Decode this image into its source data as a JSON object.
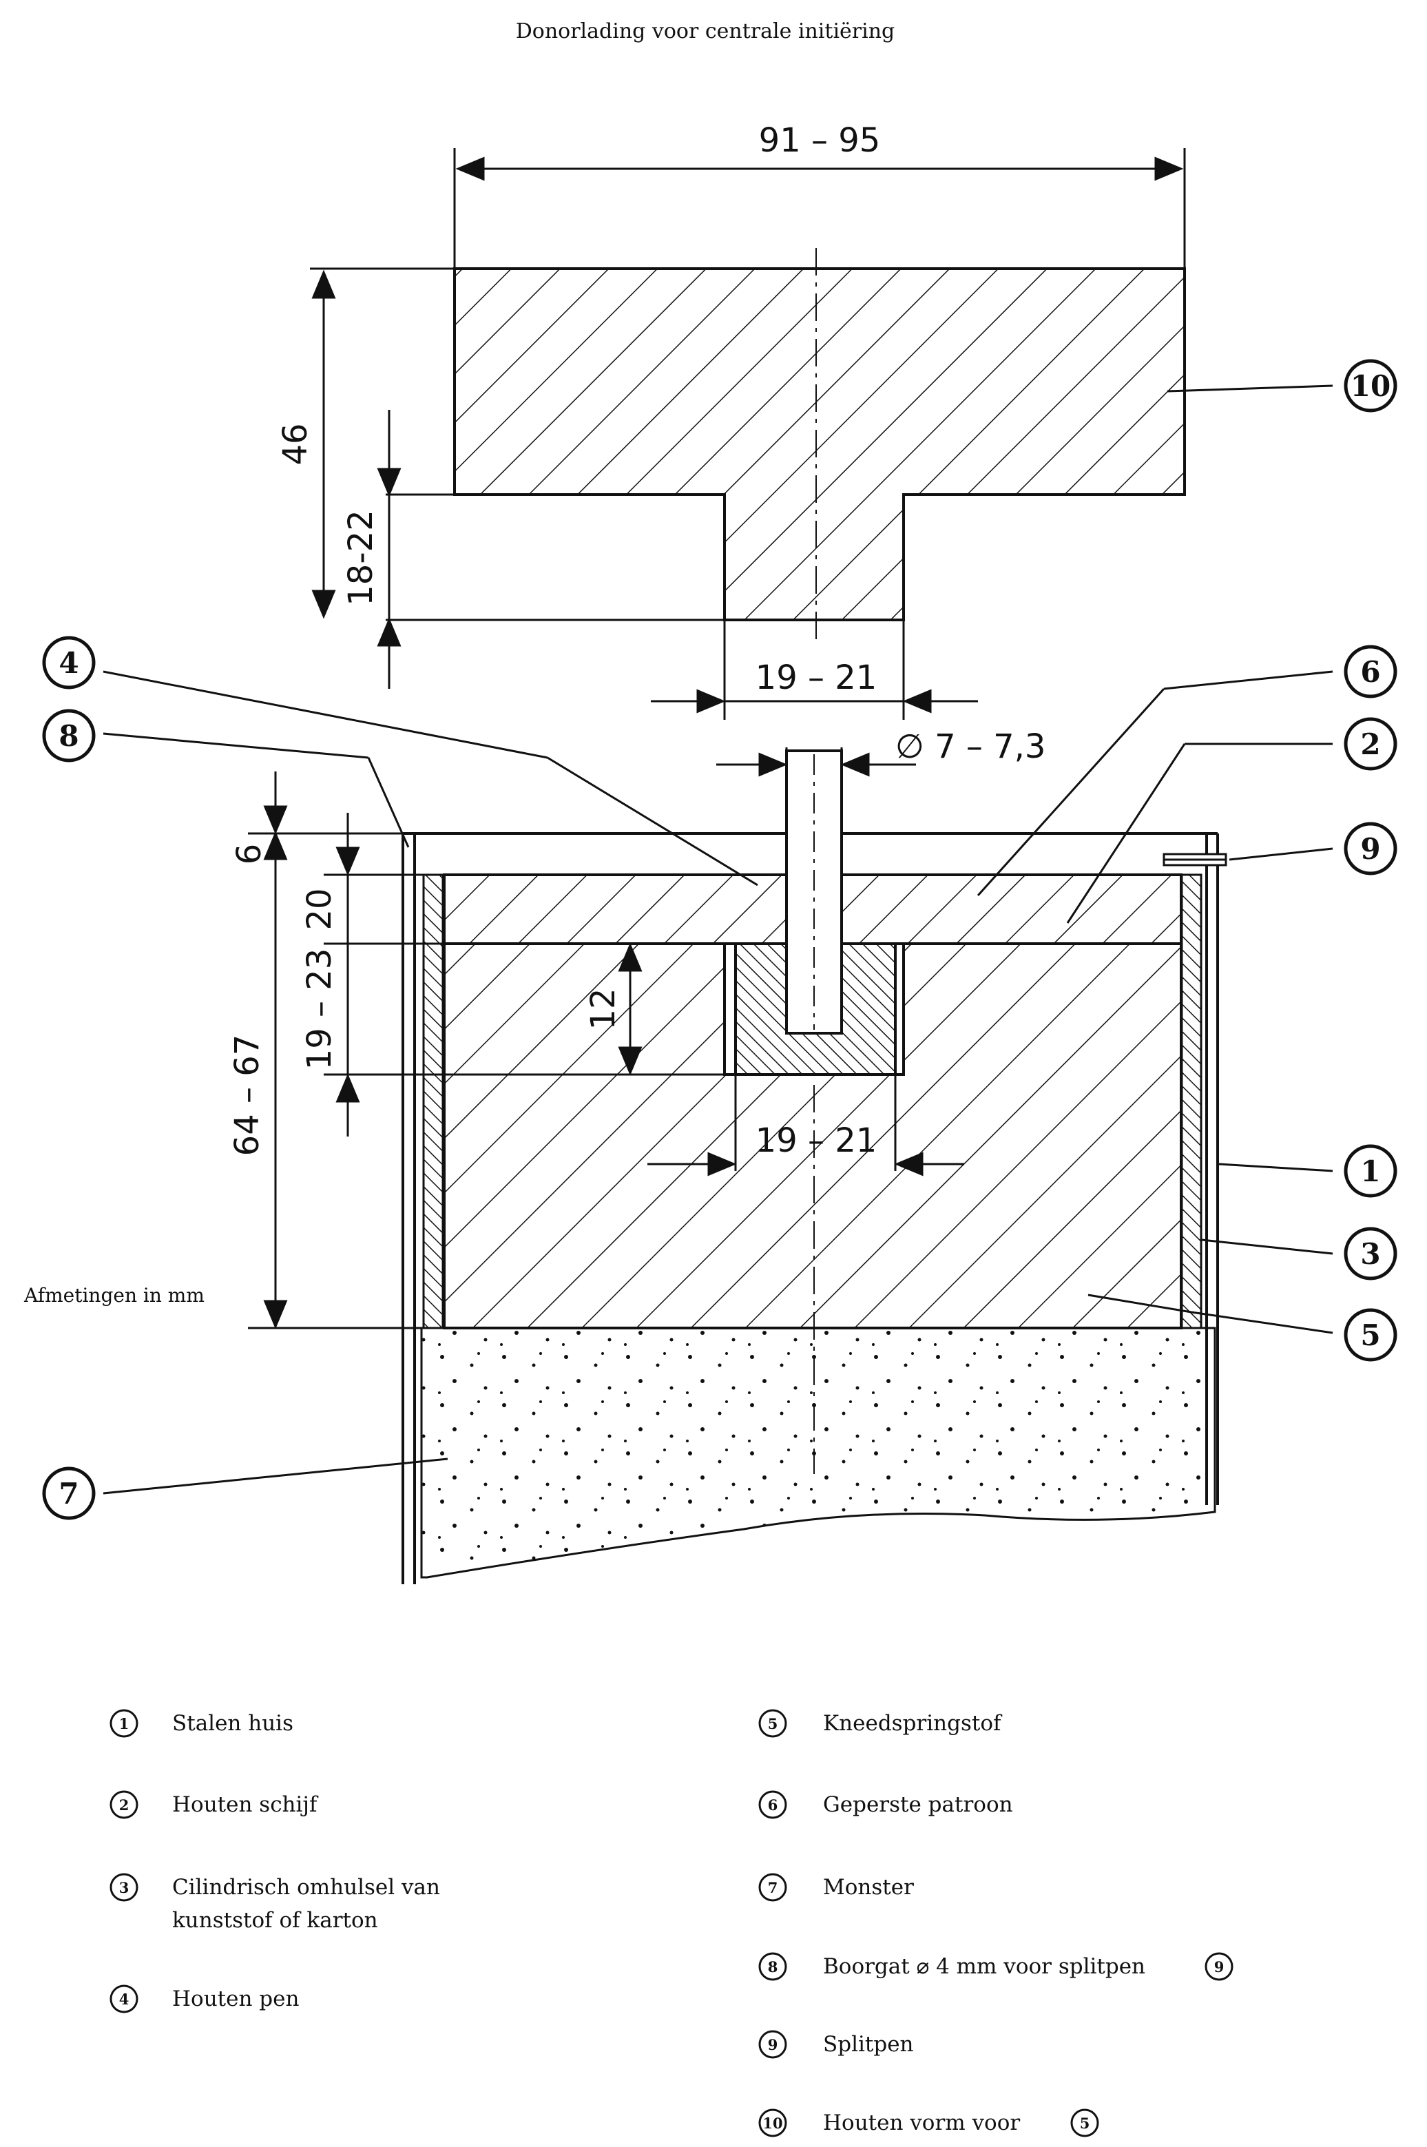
{
  "title": "Donorlading voor centrale initiëring",
  "units_note": "Afmetingen in mm",
  "dimensions": {
    "form_width": "91 – 95",
    "form_height": "46",
    "form_step": "18-22",
    "form_neck": "19 – 21",
    "pin_diameter": "∅ 7 – 7,3",
    "top_gap": "6",
    "disc": "20",
    "cartridge_h": "19 – 23",
    "hole_depth": "12",
    "housing_h": "64 – 67",
    "cartridge_w": "19 – 21"
  },
  "callouts": [
    "1",
    "2",
    "3",
    "4",
    "5",
    "6",
    "7",
    "8",
    "9",
    "10"
  ],
  "legend": [
    {
      "num": "1",
      "lines": [
        "Stalen huis"
      ]
    },
    {
      "num": "2",
      "lines": [
        "Houten schijf"
      ]
    },
    {
      "num": "3",
      "lines": [
        "Cilindrisch omhulsel van",
        "kunststof of karton"
      ]
    },
    {
      "num": "4",
      "lines": [
        "Houten pen"
      ]
    },
    {
      "num": "5",
      "lines": [
        "Kneedspringstof"
      ]
    },
    {
      "num": "6",
      "lines": [
        "Geperste patroon"
      ]
    },
    {
      "num": "7",
      "lines": [
        "Monster"
      ]
    },
    {
      "num": "8",
      "lines": [
        "Boorgat ⌀ 4 mm voor splitpen"
      ],
      "ref": "9"
    },
    {
      "num": "9",
      "lines": [
        "Splitpen"
      ]
    },
    {
      "num": "10",
      "lines": [
        "Houten vorm voor"
      ],
      "ref": "5"
    }
  ],
  "colors": {
    "ink": "#111111",
    "paper": "#ffffff"
  }
}
